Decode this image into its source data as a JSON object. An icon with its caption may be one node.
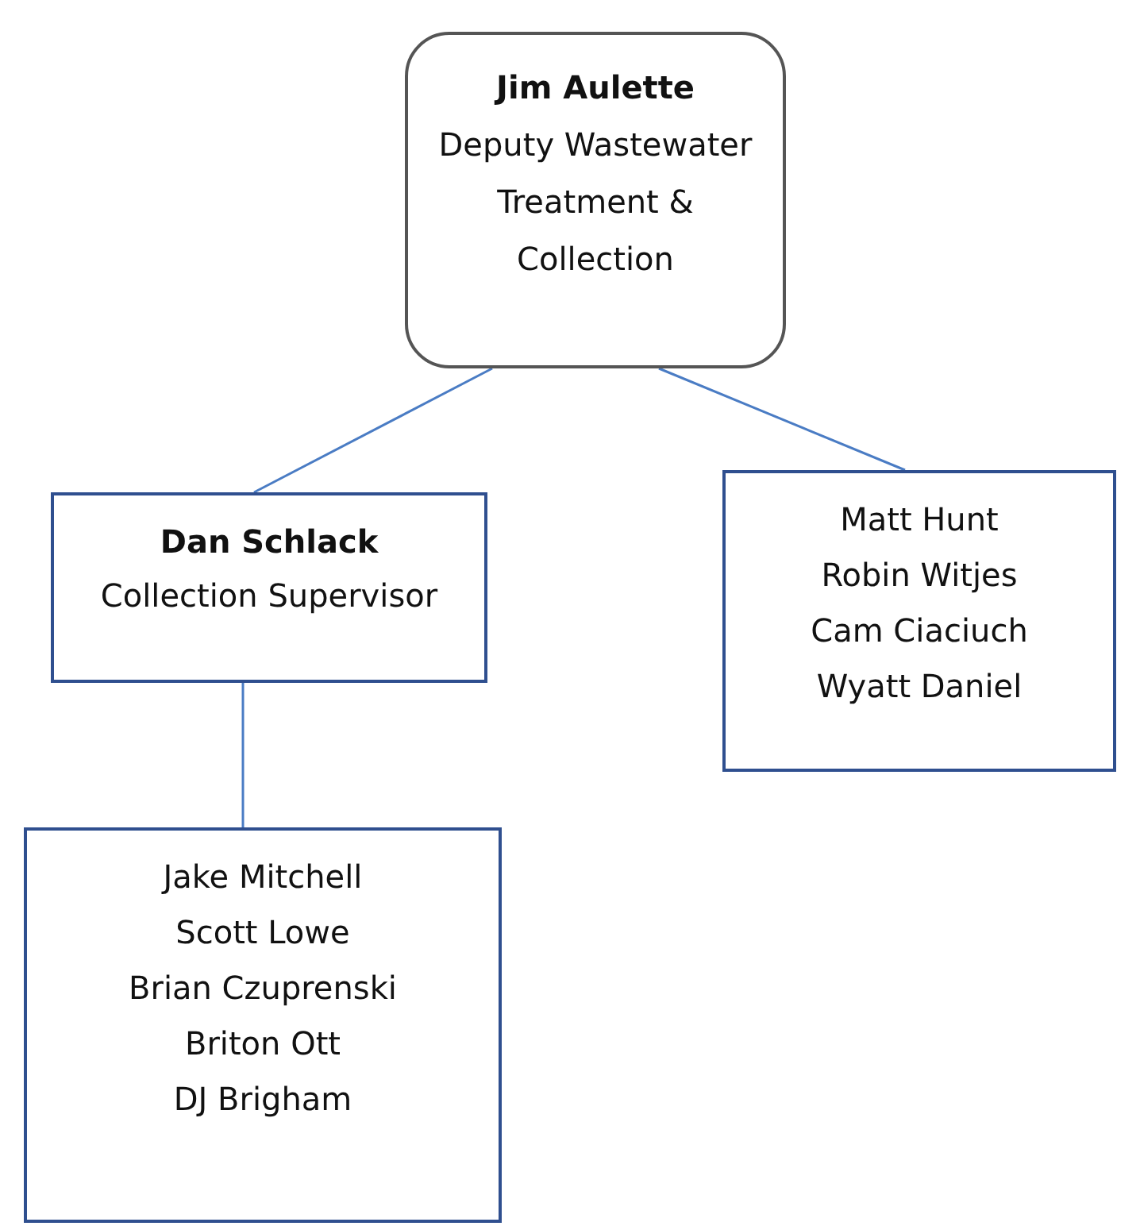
{
  "diagram": {
    "nodes": [
      {
        "text": [
          "Jim Aulette",
          "Deputy Wastewater Treatment & Collection"
        ]
      },
      {
        "text": [
          "Dan Schlack",
          "Collection Supervisor"
        ]
      },
      {
        "text": [
          "Matt Hunt",
          "Robin Witjes",
          "Cam Ciaciuch",
          "Wyatt Daniel"
        ]
      },
      {
        "text": [
          "Jake Mitchell",
          "Scott Lowe",
          "Brian Czuprenski",
          "Briton Ott",
          "DJ Brigham"
        ]
      }
    ],
    "edges": [
      {
        "from": 0,
        "to": 1,
        "arrow": "none"
      },
      {
        "from": 0,
        "to": 2,
        "arrow": "none"
      },
      {
        "from": 1,
        "to": 3,
        "arrow": "none"
      }
    ]
  }
}
